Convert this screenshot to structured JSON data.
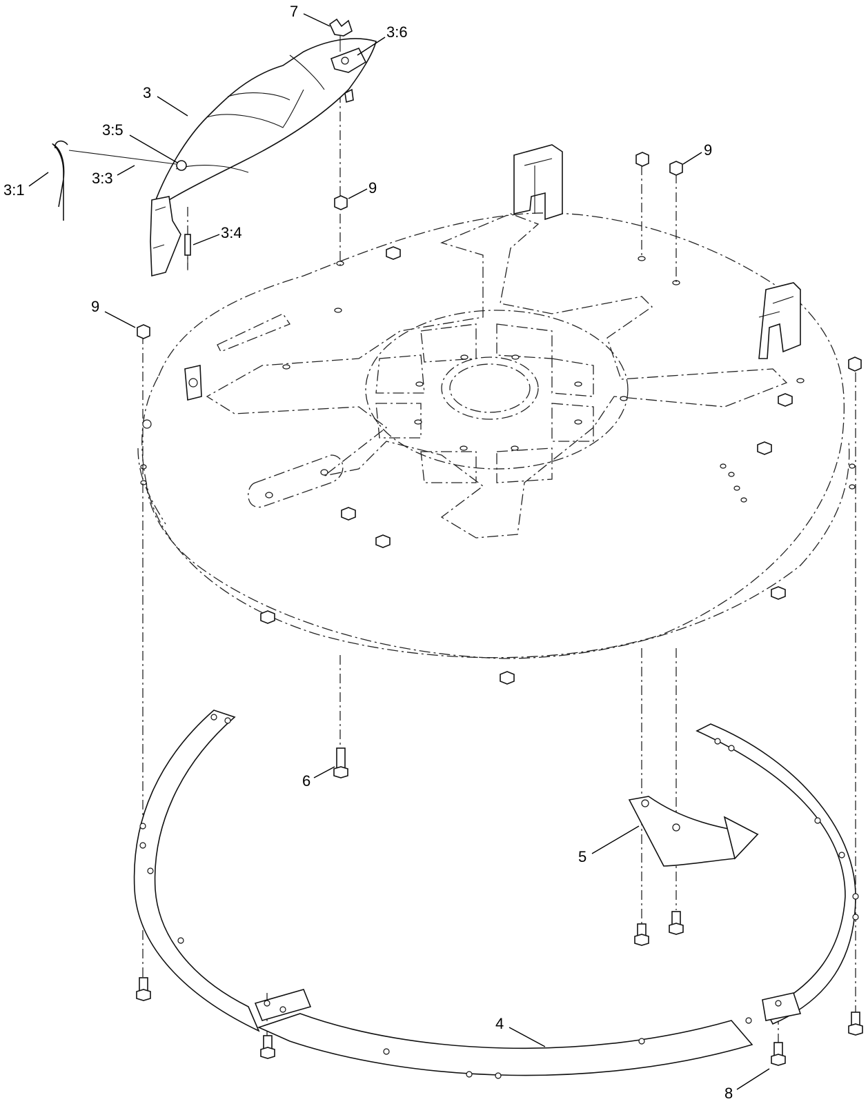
{
  "callouts": {
    "c7": "7",
    "c3_6": "3:6",
    "c3": "3",
    "c3_5": "3:5",
    "c3_1": "3:1",
    "c3_3": "3:3",
    "c3_4": "3:4",
    "c9a": "9",
    "c9b": "9",
    "c9c": "9",
    "c6": "6",
    "c5": "5",
    "c4": "4",
    "c8": "8"
  }
}
